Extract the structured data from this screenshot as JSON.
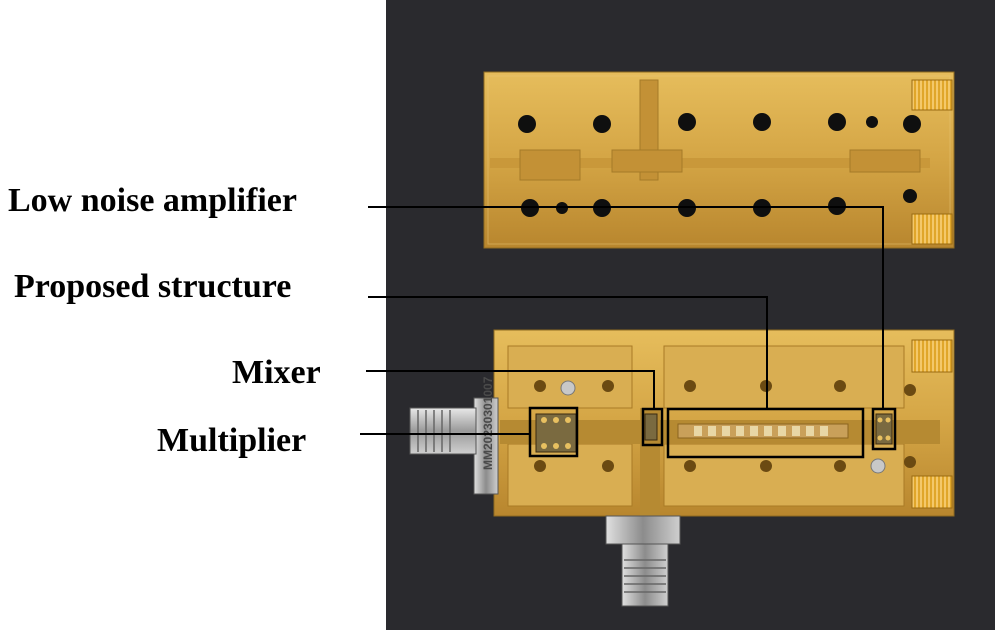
{
  "labels": {
    "low_noise_amplifier": "Low noise amplifier",
    "proposed_structure": "Proposed structure",
    "mixer": "Mixer",
    "multiplier": "Multiplier"
  },
  "serial_number": "MM20230301007",
  "colors": {
    "background": "#ffffff",
    "photo_backdrop": "#2a2a2e",
    "gold": "#d4a545",
    "gold_dark": "#a97a25",
    "leader_line": "#000000"
  }
}
